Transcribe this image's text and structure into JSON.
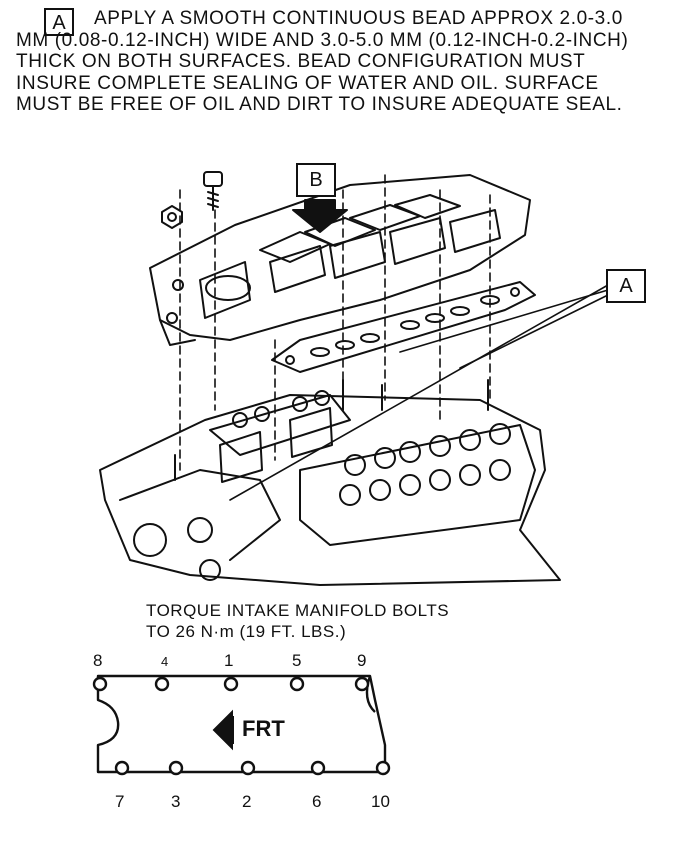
{
  "note": {
    "label": "A",
    "text": "APPLY A SMOOTH CONTINUOUS BEAD APPROX 2.0-3.0 MM (0.08-0.12-INCH) WIDE AND 3.0-5.0 MM (0.12-INCH-0.2-INCH) THICK ON BOTH SURFACES. BEAD CONFIGURATION MUST INSURE COMPLETE SEALING OF WATER AND OIL. SURFACE MUST BE FREE OF OIL AND DIRT TO INSURE ADEQUATE SEAL."
  },
  "callouts": {
    "b": "B",
    "a": "A"
  },
  "torque": {
    "line1": "TORQUE INTAKE MANIFOLD BOLTS",
    "line2": "TO 26 N·m (19 FT. LBS.)"
  },
  "sequence": {
    "top": [
      "8",
      "4",
      "1",
      "5",
      "9"
    ],
    "bottom": [
      "7",
      "3",
      "2",
      "6",
      "10"
    ],
    "front_label": "FRT"
  }
}
